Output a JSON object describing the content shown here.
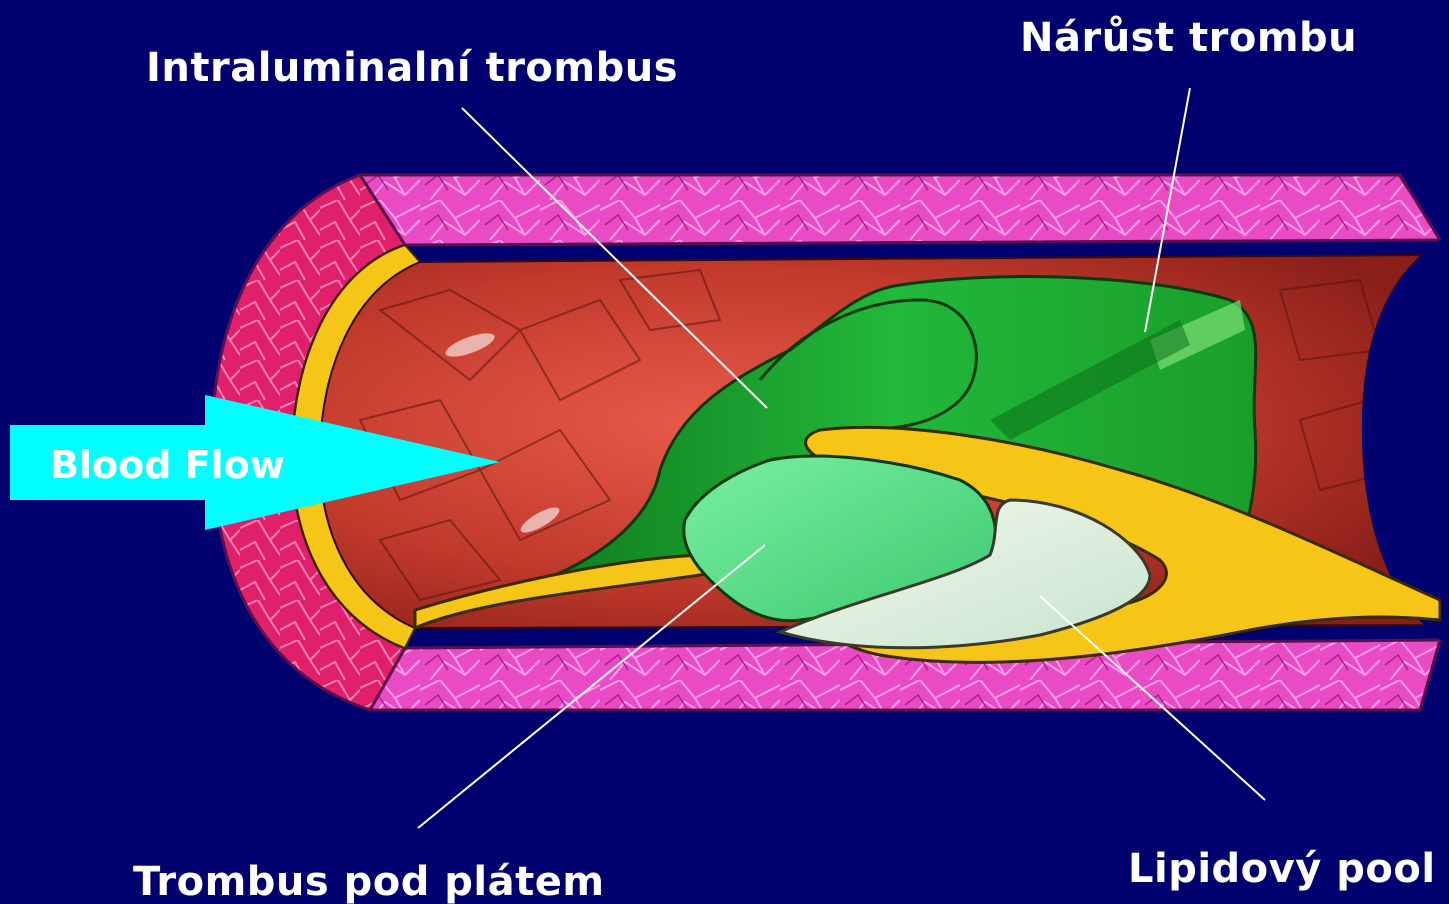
{
  "labels": {
    "intraluminal": "Intraluminalní trombus",
    "growth": "Nárůst trombu",
    "under_plaque": "Trombus pod plátem",
    "lipid_pool": "Lipidový pool"
  },
  "arrow": {
    "text": "Blood Flow"
  },
  "colors": {
    "background": "#00006e",
    "arrow": "#00ffff",
    "vessel_wall": "#e040c8",
    "lumen_blood": "#c0392b",
    "plaque_cap": "#f5c518",
    "thrombus_dark": "#1a9e2a",
    "thrombus_light": "#5fe08a",
    "lipid_pool": "#e8f0e0",
    "leader_line": "#ffffff"
  }
}
